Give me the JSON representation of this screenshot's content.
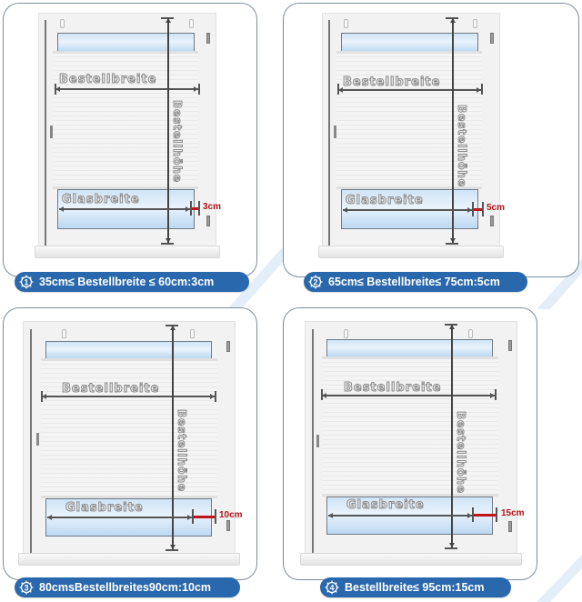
{
  "colors": {
    "badge_bg": "#2a68ad",
    "badge_text": "#ffffff",
    "panel_border": "#7d8f9b",
    "deduction_red": "#c0141c",
    "glass_blue": "#cfe4f7"
  },
  "panels": [
    {
      "index": "1",
      "badge_text": "35cm≤  Bestellbreite ≤ 60cm:3cm",
      "order_width_label": "Bestellbreite",
      "order_height_label": "Bestellhöhe",
      "glass_width_label": "Glasbreite",
      "deduction": "3cm"
    },
    {
      "index": "2",
      "badge_text": "65cm≤ Bestellbreite≤ 75cm:5cm",
      "order_width_label": "Bestellbreite",
      "order_height_label": "Bestellhöhe",
      "glass_width_label": "Glasbreite",
      "deduction": "5cm"
    },
    {
      "index": "3",
      "badge_text": "80cmsBestellbreites90cm:10cm",
      "order_width_label": "Bestellbreite",
      "order_height_label": "Bestellhöhe",
      "glass_width_label": "Glasbreite",
      "deduction": "10cm"
    },
    {
      "index": "4",
      "badge_text": "Bestellbreite≤ 95cm:15cm",
      "order_width_label": "Bestellbreite",
      "order_height_label": "Bestellhöhe",
      "glass_width_label": "Glasbreite",
      "deduction": "15cm"
    }
  ]
}
